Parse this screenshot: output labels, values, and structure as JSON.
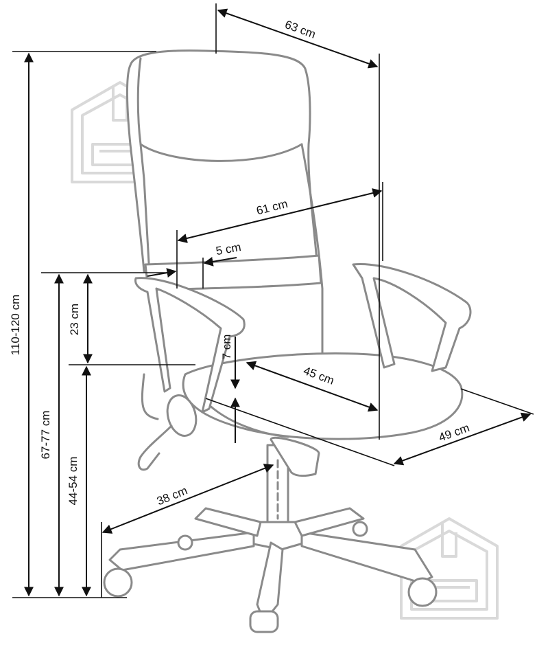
{
  "dimensions": {
    "width_top": "63 cm",
    "height_total": "110-120 cm",
    "width_armrests": "61 cm",
    "armrest_width": "5 cm",
    "armrest_height": "23 cm",
    "armrest_seat_gap": "7 cm",
    "seat_depth": "45 cm",
    "seat_width": "49 cm",
    "armrest_floor_height": "67-77 cm",
    "seat_height": "44-54 cm",
    "base_radius": "38 cm"
  },
  "icons": {
    "watermark": "house-sofa-logo-icon",
    "arrow": "arrowhead-icon"
  },
  "colors": {
    "outline": "#8a8a8a",
    "dimension": "#111111",
    "watermark": "#d9d9d9"
  }
}
